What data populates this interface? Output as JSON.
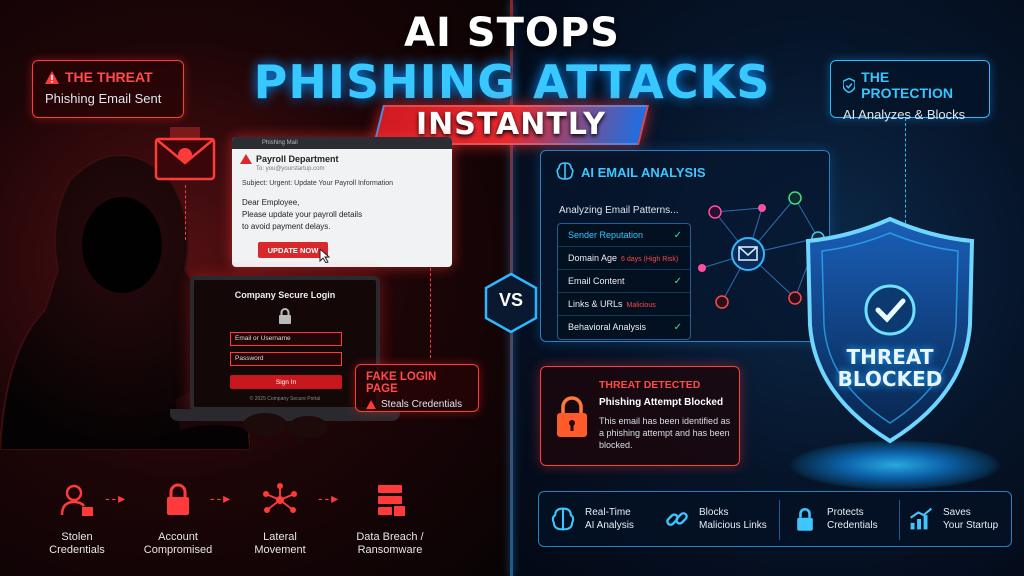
{
  "title": {
    "line1": "AI STOPS",
    "line2": "PHISHING ATTACKS",
    "line3": "INSTANTLY"
  },
  "threat_callout": {
    "heading": "THE THREAT",
    "text": "Phishing Email Sent"
  },
  "protection_callout": {
    "heading": "THE PROTECTION",
    "text": "AI Analyzes & Blocks"
  },
  "email": {
    "topbar": "Phishing Mail",
    "from": "Payroll Department",
    "address": "To: you@yourstartup.com",
    "subject": "Subject: Urgent: Update Your Payroll Information",
    "greeting": "Dear Employee,",
    "body_line1": "Please update your payroll details",
    "body_line2": "to avoid payment delays.",
    "button": "UPDATE NOW"
  },
  "login": {
    "title": "Company Secure Login",
    "user_placeholder": "Email or Username",
    "pass_placeholder": "Password",
    "button": "Sign In",
    "footer": "© 2025 Company Secure Portal"
  },
  "fake_login": {
    "heading": "FAKE LOGIN PAGE",
    "text": "Steals Credentials"
  },
  "attack_chain": [
    {
      "icon": "user-lock-icon",
      "label_line1": "Stolen",
      "label_line2": "Credentials"
    },
    {
      "icon": "lock-icon",
      "label_line1": "Account",
      "label_line2": "Compromised"
    },
    {
      "icon": "network-icon",
      "label_line1": "Lateral",
      "label_line2": "Movement"
    },
    {
      "icon": "server-icon",
      "label_line1": "Data Breach /",
      "label_line2": "Ransomware"
    }
  ],
  "vs": "VS",
  "analysis": {
    "title": "AI EMAIL ANALYSIS",
    "subtitle": "Analyzing Email Patterns...",
    "checks": [
      {
        "label": "Sender Reputation",
        "tag": ""
      },
      {
        "label": "Domain Age",
        "tag": "6 days (High Risk)"
      },
      {
        "label": "Email Content",
        "tag": ""
      },
      {
        "label": "Links & URLs",
        "tag": "Malicious"
      },
      {
        "label": "Behavioral Analysis",
        "tag": ""
      }
    ]
  },
  "threat_detected": {
    "title": "THREAT DETECTED",
    "subtitle": "Phishing Attempt Blocked",
    "body": "This email has been identified as a phishing attempt and has been blocked."
  },
  "shield": {
    "line1": "THREAT",
    "line2": "BLOCKED"
  },
  "features": [
    {
      "icon": "brain-icon",
      "line1": "Real-Time",
      "line2": "AI Analysis"
    },
    {
      "icon": "link-icon",
      "line1": "Blocks",
      "line2": "Malicious Links"
    },
    {
      "icon": "lock-icon",
      "line1": "Protects",
      "line2": "Credentials"
    },
    {
      "icon": "chart-icon",
      "line1": "Saves",
      "line2": "Your Startup"
    }
  ],
  "colors": {
    "threat": "#ff3a3a",
    "protection": "#2fb7ff",
    "success": "#3ee07f"
  }
}
